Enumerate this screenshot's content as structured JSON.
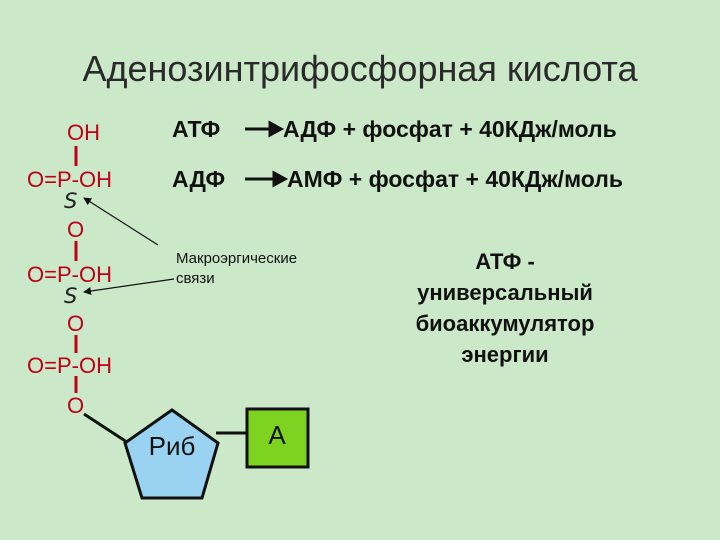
{
  "title": "Аденозинтрифосфорная кислота",
  "molecule": {
    "oh_top": "OH",
    "phosphate_1": "O=P-OH",
    "bond_1": "S",
    "oxygen_1": "O",
    "phosphate_2": "O=P-OH",
    "bond_2": "S",
    "oxygen_2": "O",
    "phosphate_3": "O=P-OH",
    "oxygen_3": "O",
    "ribose": "Риб",
    "adenine": "A"
  },
  "equations": [
    {
      "left": "АТФ",
      "right": "АДФ + фосфат + 40КДж/моль"
    },
    {
      "left": "АДФ",
      "right": "АМФ + фосфат + 40КДж/моль"
    }
  ],
  "bond_label_line1": "Макроэргические",
  "bond_label_line2": "связи",
  "statement": {
    "line1": "АТФ -",
    "line2": "универсальный",
    "line3": "биоаккумулятор",
    "line4": "энергии"
  },
  "colors": {
    "background": "#cbe9c9",
    "chem_text": "#c0001a",
    "ribose_fill": "#9ad3f1",
    "adenine_fill": "#7ed321"
  }
}
